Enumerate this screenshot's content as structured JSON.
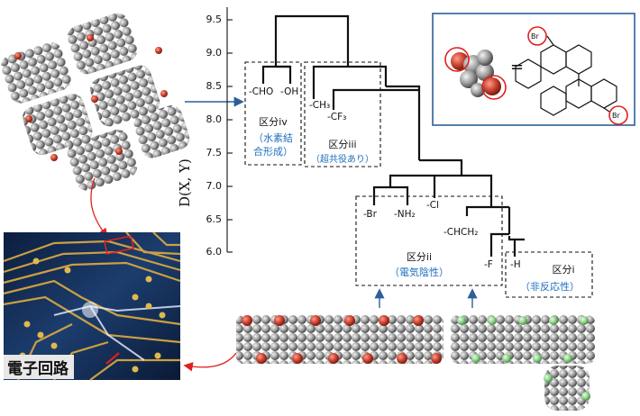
{
  "axis": {
    "title": "D(X, Y)",
    "ticks": [
      "9.5",
      "9.0",
      "8.5",
      "8.0",
      "7.5",
      "7.0",
      "6.5",
      "6.0"
    ]
  },
  "leaves": {
    "cho": "-CHO",
    "oh": "-OH",
    "ch3": "-CH₃",
    "cf3": "-CF₃",
    "br": "-Br",
    "nh2": "-NH₂",
    "cl": "-Cl",
    "chch2": "-CHCH₂",
    "f": "-F",
    "h": "-H"
  },
  "groups": {
    "iv": {
      "name": "区分iv",
      "note_line1": "（水素結",
      "note_line2": "合形成）"
    },
    "iii": {
      "name": "区分iii",
      "note": "（超共役あり）"
    },
    "ii": {
      "name": "区分ii",
      "note": "（電気陰性）"
    },
    "i": {
      "name": "区分i",
      "note": "（非反応性）"
    }
  },
  "inset": {
    "equals": "=",
    "br_label": "Br"
  },
  "circuit": {
    "caption": "電子回路"
  },
  "colors": {
    "blue": "#1f6fbf",
    "red": "#e02020",
    "arrow_blue": "#2d5f99"
  }
}
